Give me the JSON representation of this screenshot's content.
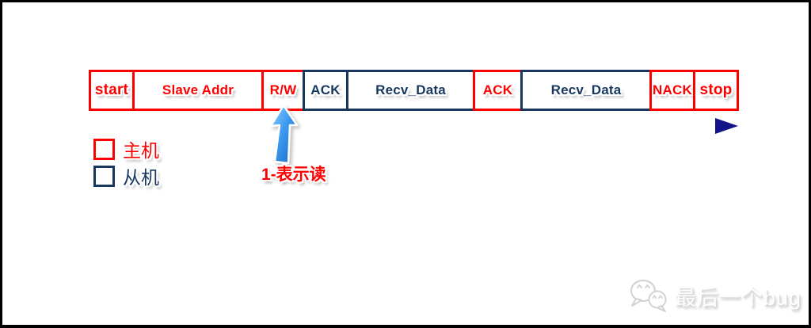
{
  "colors": {
    "master_red": "#fe0000",
    "slave_navy": "#17375e",
    "timeline_blue": "#1c1c9c",
    "callout_fill_light": "#7ec8ff",
    "callout_fill_dark": "#1565c0",
    "watermark_gray": "#c9c9c9",
    "frame_black": "#000000",
    "background": "#ffffff"
  },
  "sequence": {
    "boxes": [
      {
        "label": "start",
        "role": "master",
        "color": "red"
      },
      {
        "label": "Slave Addr",
        "role": "master",
        "color": "red"
      },
      {
        "label": "R/W",
        "role": "master",
        "color": "red"
      },
      {
        "label": "ACK",
        "role": "slave",
        "color": "navy"
      },
      {
        "label": "Recv_Data",
        "role": "slave",
        "color": "navy"
      },
      {
        "label": "ACK",
        "role": "master",
        "color": "red"
      },
      {
        "label": "Recv_Data",
        "role": "slave",
        "color": "navy"
      },
      {
        "label": "NACK",
        "role": "master",
        "color": "red"
      },
      {
        "label": "stop",
        "role": "master",
        "color": "red"
      }
    ]
  },
  "timeline": {
    "direction": "left-to-right"
  },
  "legend": {
    "items": [
      {
        "label": "主机",
        "color": "red"
      },
      {
        "label": "从机",
        "color": "navy"
      }
    ]
  },
  "annotation": {
    "text": "1-表示读",
    "points_to": "R/W"
  },
  "watermark": {
    "icon": "wechat-icon",
    "text": "最后一个bug"
  }
}
